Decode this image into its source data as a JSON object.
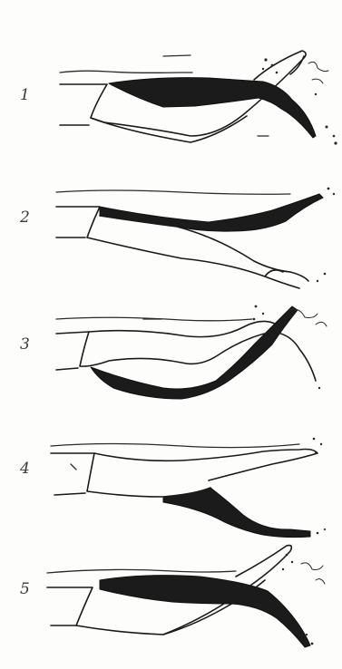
{
  "figure": {
    "frames": [
      {
        "label": "1"
      },
      {
        "label": "2"
      },
      {
        "label": "3"
      },
      {
        "label": "4"
      },
      {
        "label": "5"
      }
    ]
  }
}
